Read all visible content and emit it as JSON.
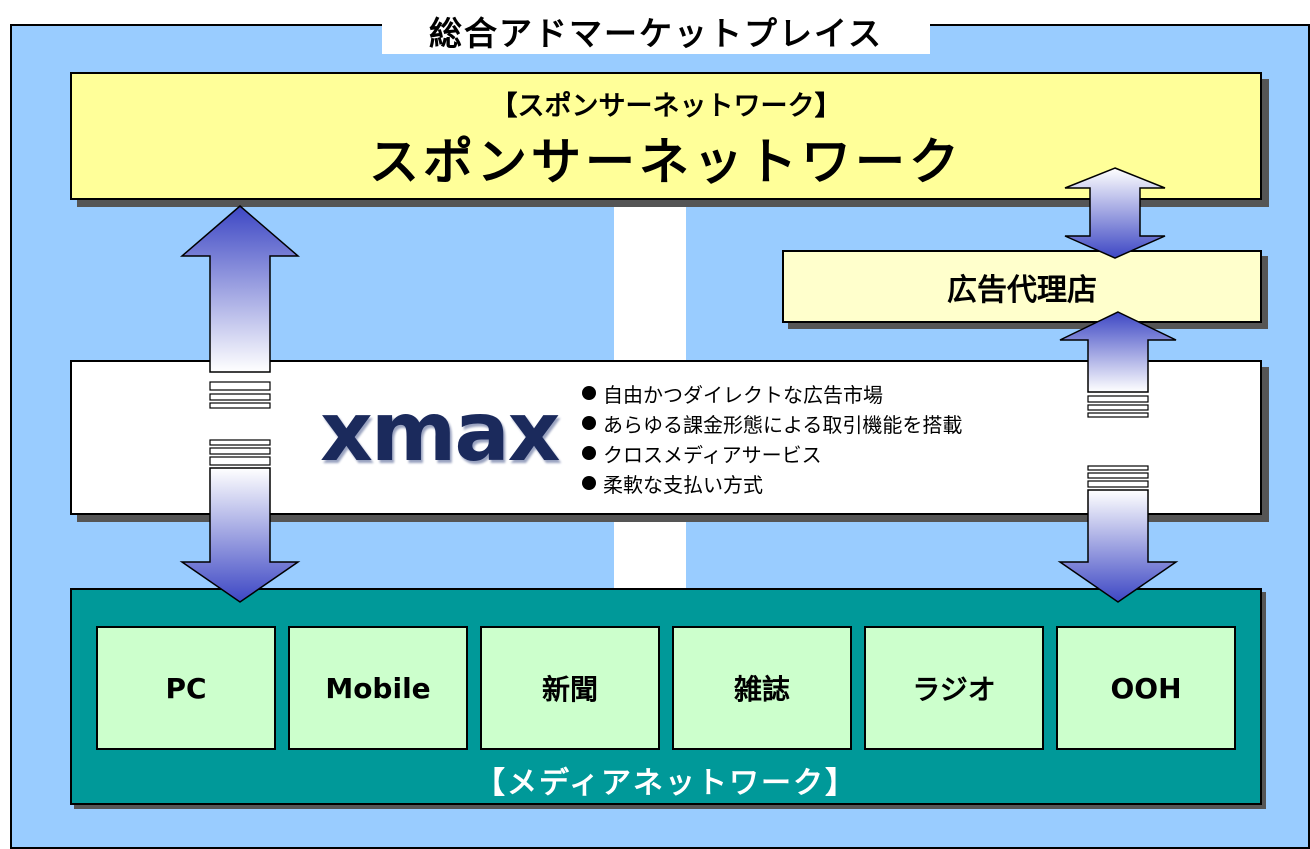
{
  "title": "総合アドマーケットプレイス",
  "sponsor_network": {
    "subtitle": "【スポンサーネットワーク】",
    "title": "スポンサーネットワーク"
  },
  "agency": {
    "label": "広告代理店"
  },
  "xmax": {
    "logo_text": "xmax",
    "features": [
      "自由かつダイレクトな広告市場",
      "あらゆる課金形態による取引機能を搭載",
      "クロスメディアサービス",
      "柔軟な支払い方式"
    ]
  },
  "media_network": {
    "label": "【メディアネットワーク】",
    "items": [
      "PC",
      "Mobile",
      "新聞",
      "雑誌",
      "ラジオ",
      "OOH"
    ]
  },
  "colors": {
    "background": "#99ccff",
    "sponsor": "#ffff99",
    "agency": "#ffffcc",
    "media": "#009999",
    "media_item": "#ccffcc",
    "arrow": "#3d47c4"
  }
}
